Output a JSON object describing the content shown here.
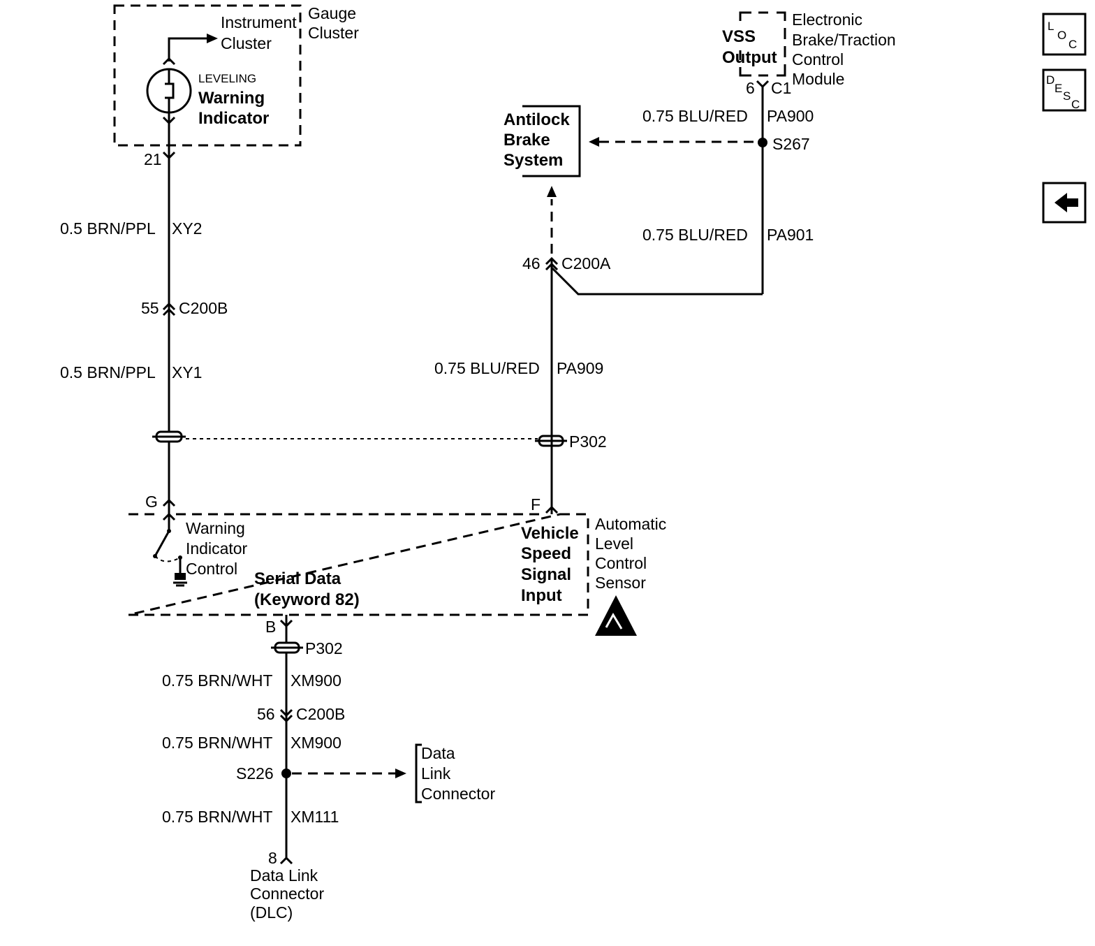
{
  "gauge_cluster": {
    "title_1": "Gauge",
    "title_2": "Cluster",
    "instrument_1": "Instrument",
    "instrument_2": "Cluster",
    "leveling": "LEVELING",
    "warning": "Warning",
    "indicator": "Indicator",
    "pin": "21"
  },
  "wires": {
    "xy2_wire": "0.5 BRN/PPL",
    "xy2_circuit": "XY2",
    "c200b_upper_pin": "55",
    "c200b_upper_name": "C200B",
    "xy1_wire": "0.5 BRN/PPL",
    "xy1_circuit": "XY1",
    "pa909_wire": "0.75 BLU/RED",
    "pa909_circuit": "PA909",
    "pa900_wire": "0.75 BLU/RED",
    "pa900_circuit": "PA900",
    "pa901_wire": "0.75 BLU/RED",
    "pa901_circuit": "PA901",
    "c200a_pin": "46",
    "c200a_name": "C200A",
    "p302_right": "P302",
    "s267": "S267",
    "xm900_a_wire": "0.75 BRN/WHT",
    "xm900_a_circuit": "XM900",
    "c200b_lower_pin": "56",
    "c200b_lower_name": "C200B",
    "xm900_b_wire": "0.75 BRN/WHT",
    "xm900_b_circuit": "XM900",
    "s226": "S226",
    "xm111_wire": "0.75 BRN/WHT",
    "xm111_circuit": "XM111",
    "p302_lower": "P302",
    "pin_b": "B"
  },
  "ebtcm": {
    "vss_1": "VSS",
    "vss_2": "Output",
    "name_1": "Electronic",
    "name_2": "Brake/Traction",
    "name_3": "Control",
    "name_4": "Module",
    "pin": "6",
    "connector": "C1"
  },
  "abs": {
    "line_1": "Antilock",
    "line_2": "Brake",
    "line_3": "System"
  },
  "sensor": {
    "pin_g": "G",
    "pin_f": "F",
    "warn_1": "Warning",
    "warn_2": "Indicator",
    "warn_3": "Control",
    "serial_1": "Serial Data",
    "serial_2": "(Keyword 82)",
    "vss_1": "Vehicle",
    "vss_2": "Speed",
    "vss_3": "Signal",
    "vss_4": "Input",
    "name_1": "Automatic",
    "name_2": "Level",
    "name_3": "Control",
    "name_4": "Sensor"
  },
  "dlc_ref": {
    "line_1": "Data",
    "line_2": "Link",
    "line_3": "Connector"
  },
  "dlc": {
    "pin": "8",
    "line_1": "Data Link",
    "line_2": "Connector",
    "line_3": "(DLC)"
  },
  "nav": {
    "loc_1": "L",
    "loc_2": "O",
    "loc_3": "C",
    "desc_1": "D",
    "desc_2": "E",
    "desc_3": "S",
    "desc_4": "C",
    "back_icon": "back-arrow-icon"
  }
}
